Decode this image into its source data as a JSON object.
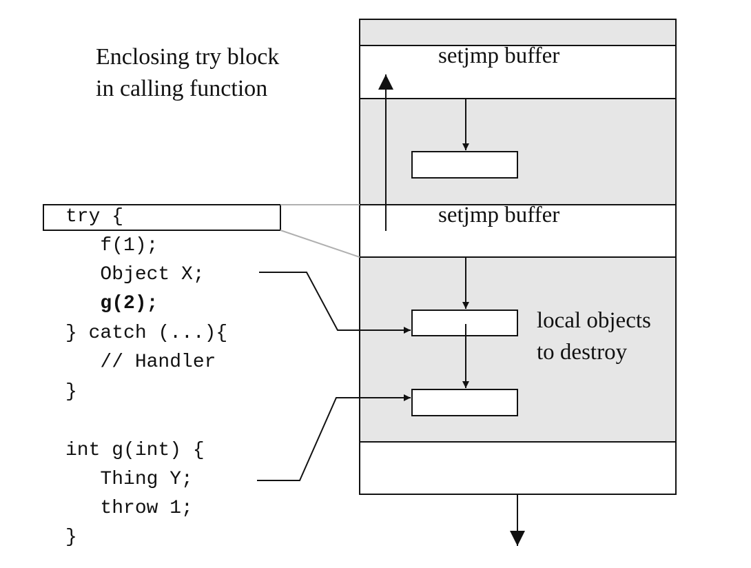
{
  "caption": {
    "line1": "Enclosing try block",
    "line2": "in calling function"
  },
  "stack": {
    "setjmp_label_top": "setjmp buffer",
    "setjmp_label_mid": "setjmp buffer",
    "local_objects_line1": "local objects",
    "local_objects_line2": "to destroy"
  },
  "code": {
    "lines": [
      "try {",
      "   f(1);",
      "   Object X;",
      "   g(2);",
      "} catch (...){",
      "   // Handler",
      "}",
      "",
      "int g(int) {",
      "   Thing Y;",
      "   throw 1;",
      "}"
    ]
  },
  "colors": {
    "frame_fill": "#e6e6e6",
    "box_fill": "#ffffff",
    "stroke": "#111111",
    "connector": "#b0b0b0"
  }
}
